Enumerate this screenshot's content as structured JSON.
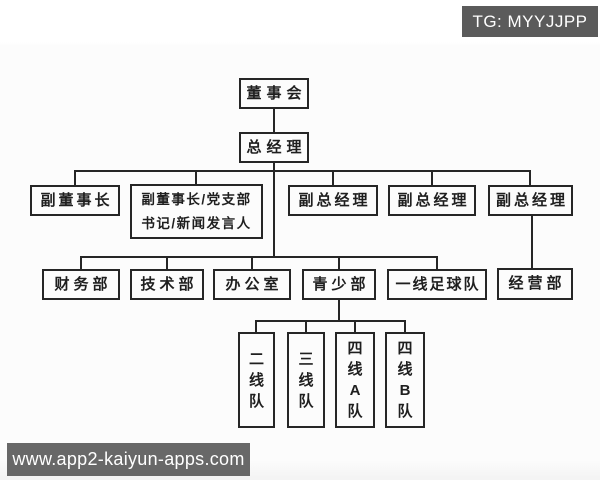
{
  "page": {
    "tg_badge": "TG: MYYJJPP",
    "watermark": "www.app2-kaiyun-apps.com"
  },
  "colors": {
    "badge_bg": "#5b5b5b",
    "watermark_bg": "#686868",
    "line_color": "#262626",
    "box_border": "#262626",
    "text_color": "#1f1f1f",
    "page_bg": "#fcfcfc"
  },
  "diagram": {
    "type": "org-chart",
    "nodes": {
      "board": {
        "label": "董事会"
      },
      "gm": {
        "label": "总经理"
      },
      "vice_chairman": {
        "label": "副董事长"
      },
      "vice_chairman_party": {
        "label": "副董事长/党支部\n书记/新闻发言人"
      },
      "deputy_gm_1": {
        "label": "副总经理"
      },
      "deputy_gm_2": {
        "label": "副总经理"
      },
      "deputy_gm_3": {
        "label": "副总经理"
      },
      "finance_dept": {
        "label": "财务部"
      },
      "technical_dept": {
        "label": "技术部"
      },
      "office": {
        "label": "办公室"
      },
      "youth_dept": {
        "label": "青少部"
      },
      "first_team": {
        "label": "一线足球队"
      },
      "business_dept": {
        "label": "经营部"
      },
      "second_team": {
        "label": "二\n线\n队"
      },
      "third_team": {
        "label": "三\n线\n队"
      },
      "fourth_team_a": {
        "label": "四\n线\nA\n队"
      },
      "fourth_team_b": {
        "label": "四\n线\nB\n队"
      }
    },
    "edges": [
      {
        "from": "董事会",
        "to": "总经理"
      },
      {
        "from": "总经理",
        "to": "副董事长"
      },
      {
        "from": "总经理",
        "to": "副董事长/党支部书记/新闻发言人"
      },
      {
        "from": "总经理",
        "to": "副总经理(左)"
      },
      {
        "from": "总经理",
        "to": "副总经理(中)"
      },
      {
        "from": "总经理",
        "to": "副总经理(右)"
      },
      {
        "from": "总经理",
        "to": "财务部"
      },
      {
        "from": "总经理",
        "to": "技术部"
      },
      {
        "from": "总经理",
        "to": "办公室"
      },
      {
        "from": "总经理",
        "to": "青少部"
      },
      {
        "from": "总经理",
        "to": "一线足球队"
      },
      {
        "from": "副总经理(右)",
        "to": "经营部"
      },
      {
        "from": "青少部",
        "to": "二线队"
      },
      {
        "from": "青少部",
        "to": "三线队"
      },
      {
        "from": "青少部",
        "to": "四线A队"
      },
      {
        "from": "青少部",
        "to": "四线B队"
      }
    ]
  }
}
